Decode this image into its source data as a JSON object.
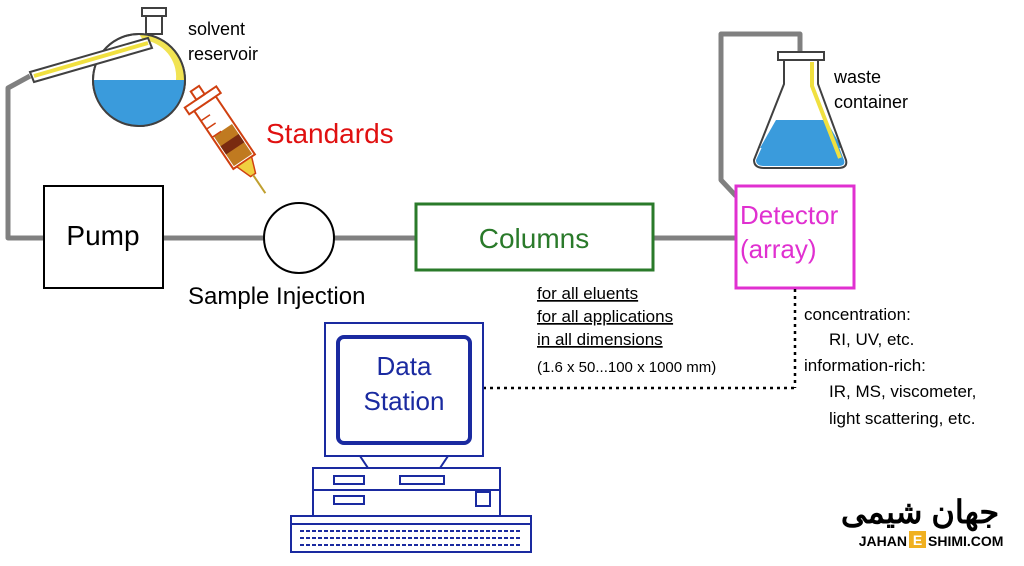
{
  "labels": {
    "solvent_line1": "solvent",
    "solvent_line2": "reservoir",
    "standards": "Standards",
    "pump": "Pump",
    "sample_injection": "Sample Injection",
    "columns": "Columns",
    "detector_line1": "Detector",
    "detector_line2": "(array)",
    "waste_line1": "waste",
    "waste_line2": "container",
    "data_line1": "Data",
    "data_line2": "Station"
  },
  "columns_notes": [
    "for all eluents",
    "for all applications",
    "in all dimensions",
    "(1.6 x 50...100 x 1000 mm)"
  ],
  "detector_notes": [
    "concentration:",
    "RI, UV, etc.",
    "information-rich:",
    "IR, MS, viscometer,",
    "light scattering, etc."
  ],
  "logo": {
    "arabic": "جهان شیمی",
    "text_left": "JAHAN",
    "text_mid": "E",
    "text_right": "SHIMI.COM"
  },
  "colors": {
    "line": "#808080",
    "columns": "#2a7a2a",
    "detector": "#e030d0",
    "standards": "#e01010",
    "liquid": "#3a9bdc",
    "data_station": "#1a2aa0"
  }
}
